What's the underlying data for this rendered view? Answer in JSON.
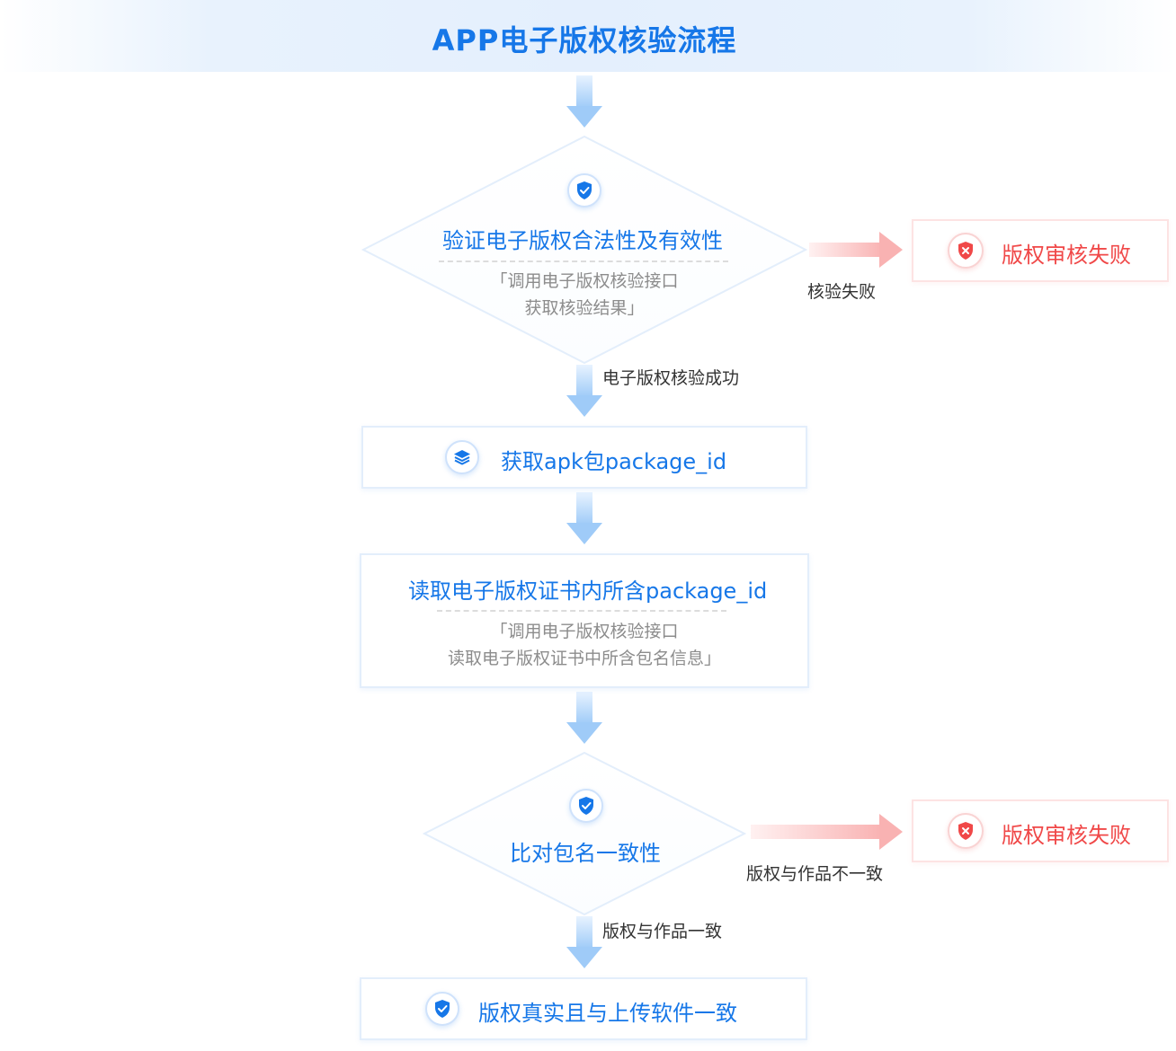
{
  "title": "APP电子版权核验流程",
  "colors": {
    "accent": "#1677e8",
    "fail": "#f04848",
    "sub": "#8c8c8c"
  },
  "steps": {
    "verify": {
      "title": "验证电子版权合法性及有效性",
      "sub_line1": "「调用电子版权核验接口",
      "sub_line2": "获取核验结果」",
      "icon": "shield-check-icon"
    },
    "get_package": {
      "title": "获取apk包package_id",
      "icon": "layers-icon"
    },
    "read_cert": {
      "title": "读取电子版权证书内所含package_id",
      "sub_line1": "「调用电子版权核验接口",
      "sub_line2": "读取电子版权证书中所含包名信息」"
    },
    "compare": {
      "title": "比对包名一致性",
      "icon": "shield-check-icon"
    },
    "final": {
      "title": "版权真实且与上传软件一致",
      "icon": "shield-check-icon"
    }
  },
  "edges": {
    "verify_fail": "核验失败",
    "verify_success": "电子版权核验成功",
    "compare_fail": "版权与作品不一致",
    "compare_success": "版权与作品一致"
  },
  "fail_result": {
    "label": "版权审核失败",
    "icon": "shield-x-icon"
  }
}
